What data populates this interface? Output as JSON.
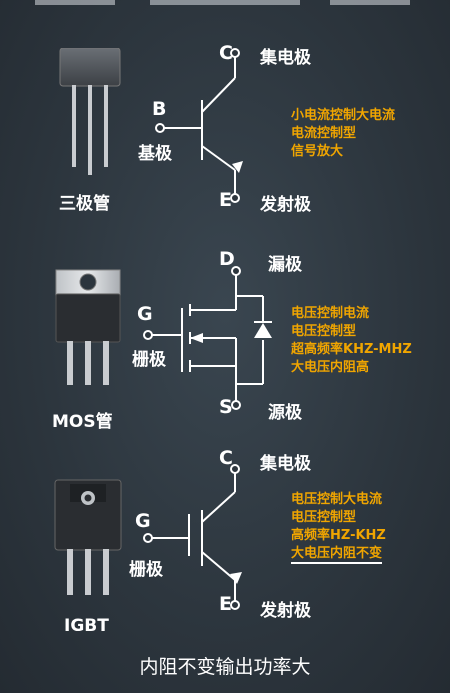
{
  "devices": [
    {
      "name": "三极管",
      "pins": {
        "c": {
          "letter": "C",
          "label": "集电极"
        },
        "b": {
          "letter": "B",
          "label": "基极"
        },
        "e": {
          "letter": "E",
          "label": "发射极"
        }
      },
      "notes": [
        "小电流控制大电流",
        "电流控制型",
        "信号放大"
      ]
    },
    {
      "name": "MOS管",
      "pins": {
        "d": {
          "letter": "D",
          "label": "漏极"
        },
        "g": {
          "letter": "G",
          "label": "栅极"
        },
        "s": {
          "letter": "S",
          "label": "源极"
        }
      },
      "notes": [
        "电压控制电流",
        "电压控制型",
        "超高频率KHZ-MHZ",
        "大电压内阻高"
      ]
    },
    {
      "name": "IGBT",
      "pins": {
        "c": {
          "letter": "C",
          "label": "集电极"
        },
        "g": {
          "letter": "G",
          "label": "栅极"
        },
        "e": {
          "letter": "E",
          "label": "发射极"
        }
      },
      "notes": [
        "电压控制大电流",
        "电压控制型",
        "高频率HZ-KHZ",
        "大电压内阻不变"
      ]
    }
  ],
  "subtitle": "内阻不变输出功率大",
  "colors": {
    "background": "#2c353d",
    "note_text": "#f0a500",
    "line": "#ffffff"
  }
}
